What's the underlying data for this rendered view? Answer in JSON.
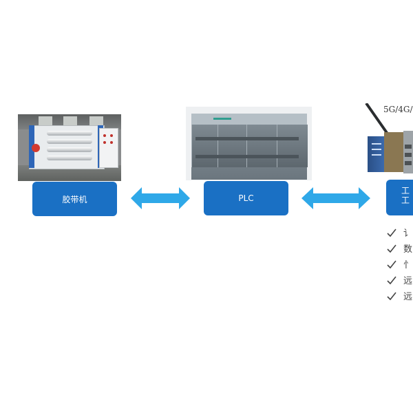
{
  "network_label": "5G/4G/",
  "nodes": [
    {
      "id": "tape-machine",
      "label": "胶带机"
    },
    {
      "id": "plc",
      "label": "PLC"
    },
    {
      "id": "gateway",
      "lines": [
        "工",
        "工"
      ]
    }
  ],
  "features": [
    "讠",
    "数",
    "忄",
    "远",
    "远"
  ],
  "colors": {
    "node": "#1a70c4",
    "arrow": "#2fa8e8",
    "check": "#444444"
  }
}
